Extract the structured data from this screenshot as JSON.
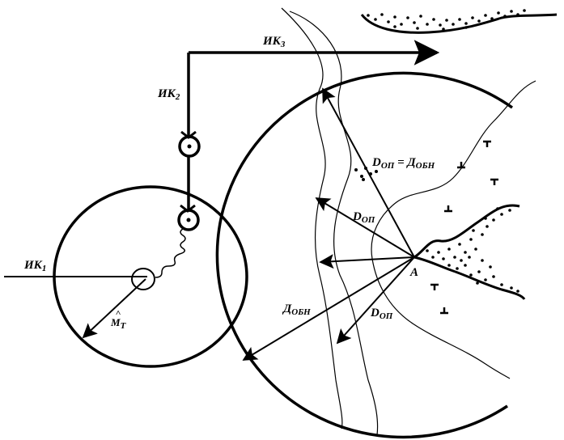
{
  "labels": {
    "ik3": {
      "main": "ИК",
      "sub": "3"
    },
    "ik2": {
      "main": "ИК",
      "sub": "2"
    },
    "ik1": {
      "main": "ИК",
      "sub": "1"
    },
    "d_op_eq_d_obn": {
      "main1": "D",
      "sub1": "ОП",
      "eq": " = Д",
      "sub2": "ОБН"
    },
    "d_op_1": {
      "main": "D",
      "sub": "ОП"
    },
    "d_op_2": {
      "main": "D",
      "sub": "ОП"
    },
    "d_obn": {
      "main": "Д",
      "sub": "ОБН"
    },
    "point_a": "A",
    "m_t": {
      "main": "M",
      "sub": "Т",
      "accent": "˄"
    }
  },
  "colors": {
    "stroke": "#000000",
    "background": "#ffffff"
  },
  "icons": {
    "sensor": "circle-dot-sensor-icon",
    "obstacle": "t-marker-icon"
  }
}
